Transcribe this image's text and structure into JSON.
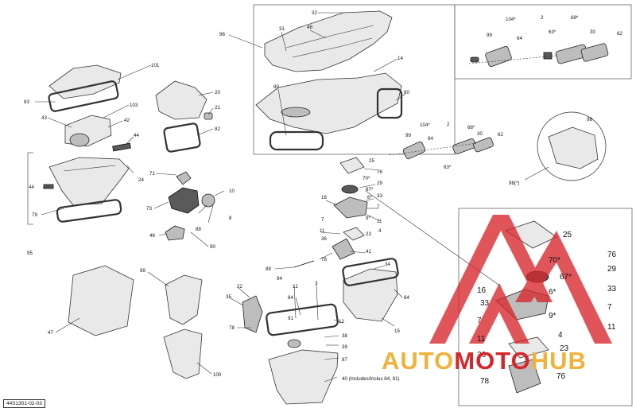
{
  "diagram_code": "44S1301-02-03",
  "watermark": {
    "auto": "AUTO",
    "moto": "MOTO",
    "hub": "HUB"
  },
  "note_40": "40 (Includes/Inclus 84, 91)",
  "inset_right_labels": [
    "25",
    "70*",
    "76",
    "29",
    "67*",
    "33",
    "16",
    "33",
    "6*",
    "7",
    "9*",
    "7",
    "11",
    "4",
    "11",
    "23",
    "36",
    "76",
    "78"
  ],
  "callouts": {
    "c32": "32",
    "c96": "96",
    "c31": "31",
    "c48": "48",
    "c14": "14",
    "c80a": "80",
    "c80b": "80",
    "c101": "101",
    "c83": "83",
    "c103": "103",
    "c43": "43",
    "c42": "42",
    "c44a": "44",
    "c20": "20",
    "c21": "21",
    "c82": "82",
    "c44b": "44",
    "c24": "24",
    "c79": "79",
    "c95": "95",
    "c71": "71",
    "c73": "73",
    "c88": "88",
    "c8": "8",
    "c10": "10",
    "c46": "46",
    "c90": "90",
    "c99a": "99",
    "c104a": "104*",
    "c2a": "2",
    "c68a": "68*",
    "c64a": "64",
    "c63a": "63*",
    "c30a": "30",
    "c62a": "62",
    "c99b": "99",
    "c104b": "104*",
    "c2b": "2",
    "c64b": "64",
    "c68b": "68*",
    "c30b": "30",
    "c62b": "62",
    "c63b": "63*",
    "c98x": "98",
    "c98": "98(*)",
    "c25": "25",
    "c76": "76",
    "c70": "70*",
    "c29": "29",
    "c67": "67*",
    "c16": "16",
    "c6": "6*",
    "c33": "33",
    "c7a": "7",
    "c7b": "7",
    "c9": "9*",
    "c11a": "11",
    "c11b": "11",
    "c4": "4",
    "c23": "23",
    "c36": "36",
    "c41": "41",
    "c78a": "78",
    "c34": "34",
    "c84a": "84",
    "c89": "89",
    "c94": "94",
    "c12a": "12",
    "c3": "3",
    "c84b": "84",
    "c91": "91",
    "c12b": "12",
    "c15": "15",
    "c38": "38",
    "c39": "39",
    "c87": "87",
    "c69": "69",
    "c47": "47",
    "c22": "22",
    "c35": "35",
    "c78b": "78",
    "c100": "100"
  }
}
